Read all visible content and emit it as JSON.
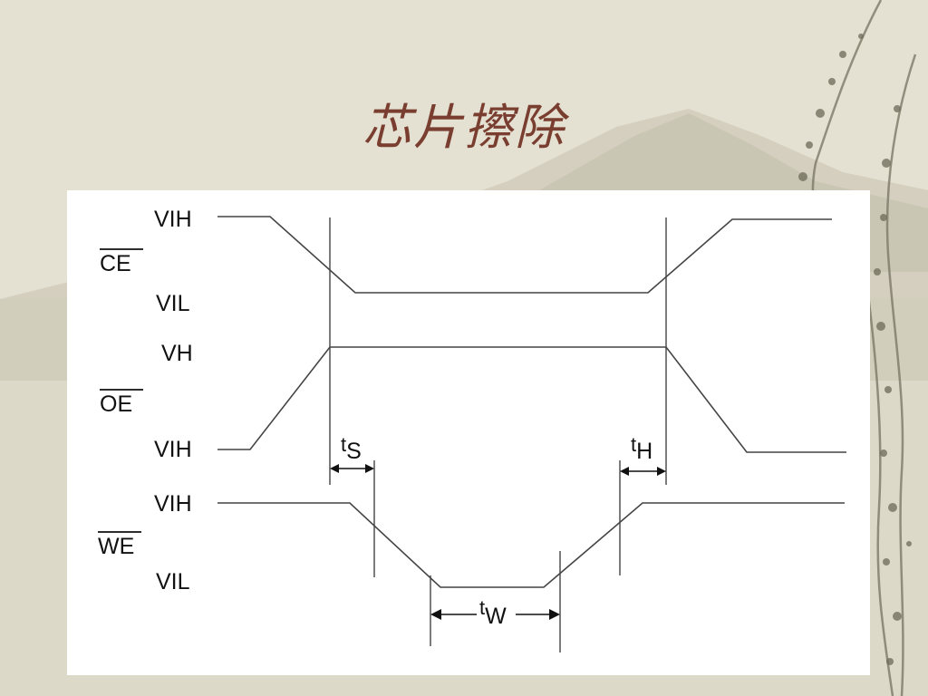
{
  "slide": {
    "title": "芯片擦除"
  },
  "diagram": {
    "signals": [
      {
        "name": "CE",
        "high_label": "VIH",
        "low_label": "VIL"
      },
      {
        "name": "OE",
        "high_label": "VH",
        "low_label": "VIH"
      },
      {
        "name": "WE",
        "high_label": "VIH",
        "low_label": "VIL"
      }
    ],
    "timing": {
      "ts": {
        "base": "t",
        "sub": "S"
      },
      "th": {
        "base": "t",
        "sub": "H"
      },
      "tw": {
        "base": "t",
        "sub": "W"
      }
    }
  },
  "colors": {
    "title": "#7a3e30",
    "panel": "#ffffff",
    "waveform": "#444444",
    "background": "#ddd9c8"
  }
}
